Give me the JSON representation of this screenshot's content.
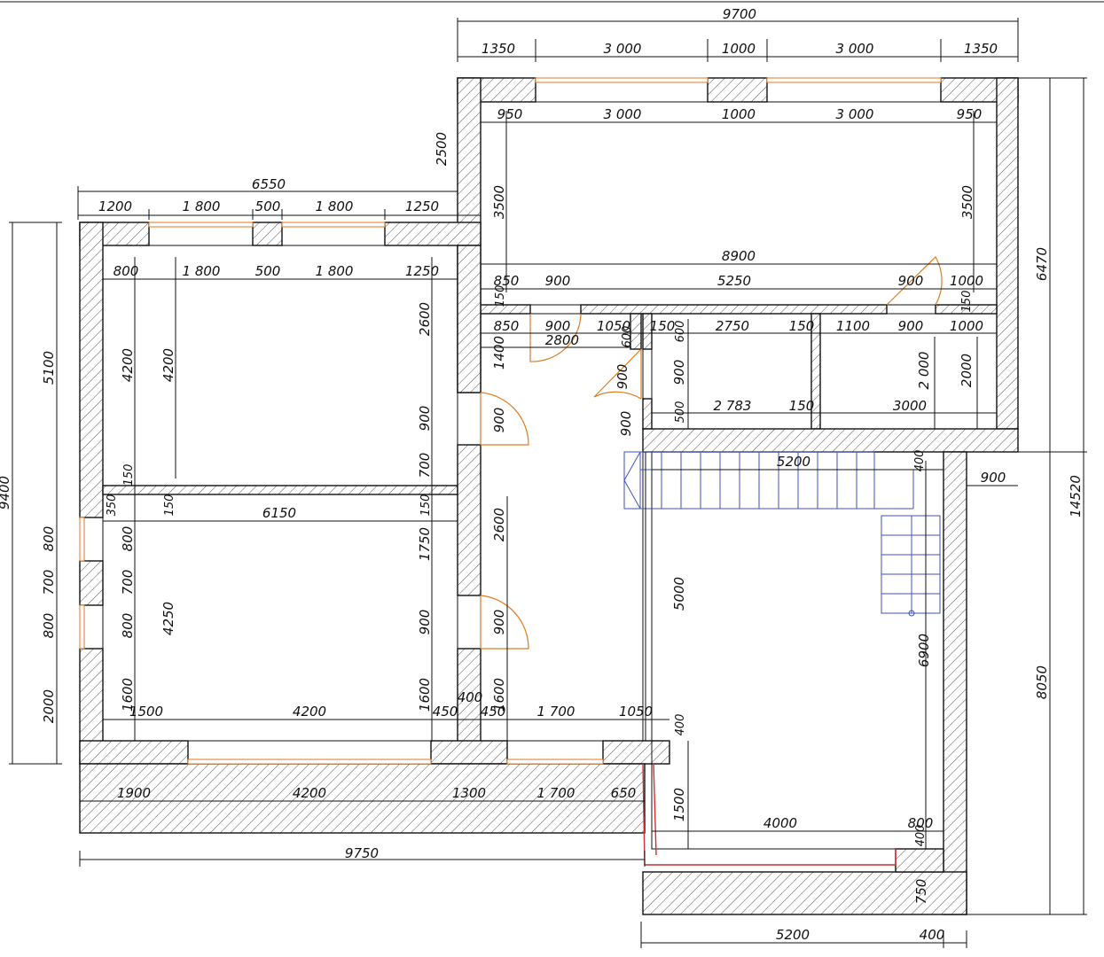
{
  "plan": {
    "labels": {
      "top_total": "9700",
      "top_1": "1350",
      "top_2": "3 000",
      "top_3": "1000",
      "top_4": "3 000",
      "top_5": "1350",
      "in_1": "950",
      "in_2": "3 000",
      "in_3": "1000",
      "in_4": "3 000",
      "in_5": "950",
      "left_total": "6550",
      "l_1": "1200",
      "l_2": "1 800",
      "l_3": "500",
      "l_4": "1 800",
      "l_5": "1250",
      "li_1": "800",
      "li_2": "1 800",
      "li_3": "500",
      "li_4": "1 800",
      "li_5": "1250",
      "h_2500": "2500",
      "h_3500a": "3500",
      "h_3500b": "3500",
      "w_8900": "8900",
      "r_850": "850",
      "r_900a": "900",
      "r_5250": "5250",
      "r_900b": "900",
      "r_1000a": "1000",
      "r_150a": "150",
      "r_150b": "150",
      "c_850": "850",
      "c_900": "900",
      "c_1050": "1050",
      "c_2800": "2800",
      "c_1400": "1400",
      "c_600a": "600",
      "c_150": "150",
      "c_600b": "600",
      "c_2750": "2750",
      "c_150b": "150",
      "c_1100": "1100",
      "c_900b": "900",
      "c_1000": "1000",
      "v_900a": "900",
      "v_900b": "900",
      "v_900c": "900",
      "v_500": "500",
      "w_2783": "2 783",
      "w_150c": "150",
      "w_3000": "3000",
      "v_2000a": "2 000",
      "v_2000b": "2000",
      "lh_5100": "5100",
      "lh_9400": "9400",
      "lh_800a": "800",
      "lh_700": "700",
      "lh_800b": "800",
      "lh_2000": "2000",
      "i_4200a": "4200",
      "i_4200b": "4200",
      "i_2600a": "2600",
      "i_900a": "900",
      "i_700": "700",
      "i_150a": "150",
      "i_350": "350",
      "i_150b": "150",
      "w_6150": "6150",
      "i_150c": "150",
      "i_800a": "800",
      "i_700b": "700",
      "i_800b": "800",
      "i_4250": "4250",
      "i_1750": "1750",
      "i_2600b": "2600",
      "i_900b": "900",
      "i_900c": "900",
      "i_1600a": "1600",
      "i_1600b": "1600",
      "i_1600c": "1600",
      "i_400a": "400",
      "b_1500": "1500",
      "b_4200": "4200",
      "b_450a": "450",
      "b_450b": "450",
      "b_1700": "1 700",
      "b_1050": "1050",
      "o_1900": "1900",
      "o_4200": "4200",
      "o_1300": "1300",
      "o_1700": "1 700",
      "o_650": "650",
      "total_9750": "9750",
      "s_5200": "5200",
      "s_400a": "400",
      "s_900": "900",
      "s_5000": "5000",
      "s_6900": "6900",
      "s_400b": "400",
      "s_1500": "1500",
      "s_4000": "4000",
      "s_800": "800",
      "s_400c": "400",
      "s_750": "750",
      "bt_5200": "5200",
      "bt_400": "400",
      "rh_6470": "6470",
      "rh_14520": "14520",
      "rh_8050": "8050"
    },
    "colors": {
      "wall_line": "#111111",
      "window": "#e07a1f",
      "door": "#e07a1f",
      "stairs": "#4050c0",
      "red_line": "#d23030"
    }
  }
}
